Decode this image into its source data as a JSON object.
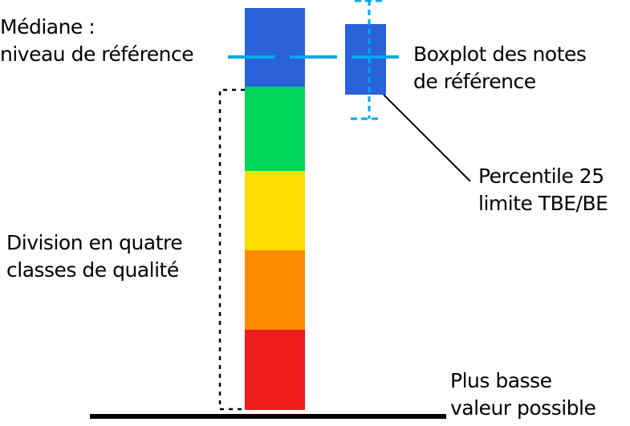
{
  "labels": {
    "median": [
      "Médiane :",
      "niveau de référence"
    ],
    "boxplot": [
      "Boxplot des notes",
      "de référence"
    ],
    "percentile": [
      "Percentile 25",
      "limite TBE/BE"
    ],
    "division": [
      "Division en quatre",
      "classes de qualité"
    ],
    "lowest": [
      "Plus basse",
      "valeur possible"
    ]
  },
  "colors": {
    "reference_blue": "#2962d9",
    "high_green": "#00d45a",
    "good_yellow": "#ffdc00",
    "moderate_orange": "#ff8c00",
    "poor_red": "#f01c1c",
    "median_line": "#00a8e8"
  }
}
